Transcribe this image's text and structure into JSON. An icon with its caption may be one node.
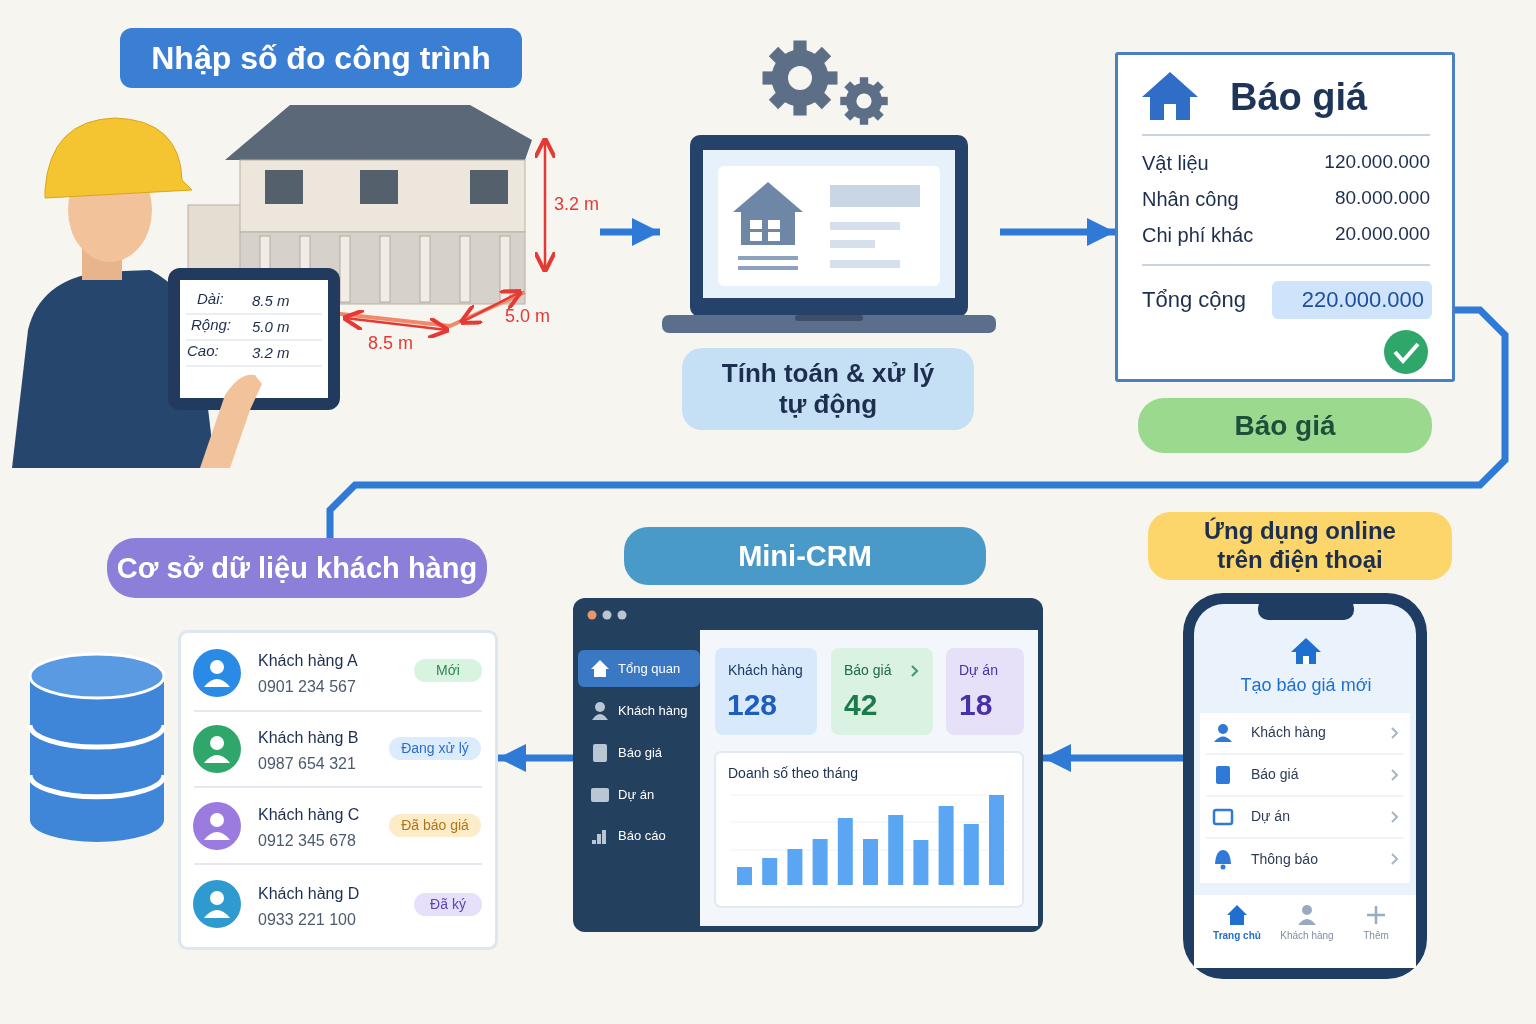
{
  "diagram": {
    "nodes": [
      {
        "text": [
          "Nhập số đo công trình"
        ]
      },
      {
        "text": [],
        "shape": "picture"
      },
      {
        "text": [],
        "shape": "picture"
      },
      {
        "text": [
          "Tính toán & xử lý tự động"
        ]
      },
      {
        "text": [
          "Báo giá"
        ]
      },
      {
        "text": [
          "Báo giá"
        ]
      },
      {
        "text": [
          "Cơ sở dữ liệu khách hàng"
        ]
      },
      {
        "text": [
          "Mini-CRM"
        ]
      },
      {
        "text": [
          "Ứng dụng online trên điện thoại"
        ]
      },
      {
        "text": [],
        "shape": "cylinder"
      },
      {
        "text": [],
        "shape": "box"
      },
      {
        "text": [],
        "shape": "picture"
      },
      {
        "text": [],
        "shape": "picture"
      }
    ],
    "edges": [
      {
        "from": 1,
        "to": 2,
        "arrow": "to"
      },
      {
        "from": 2,
        "to": 4,
        "arrow": "to"
      },
      {
        "from": 4,
        "to": 6,
        "arrow": "none"
      },
      {
        "from": 12,
        "to": 11,
        "arrow": "to"
      },
      {
        "from": 11,
        "to": 10,
        "arrow": "to"
      }
    ],
    "labels": [
      "Dài:",
      "8.5 m",
      "Rộng:",
      "5.0 m",
      "Cao:",
      "3.2 m",
      "3.2 m",
      "8.5 m",
      "5.0 m",
      "Vật liệu",
      "120.000.000",
      "Nhân công",
      "80.000.000",
      "Chi phí khác",
      "20.000.000",
      "Tổng cộng",
      "220.000.000",
      "Khách hàng A",
      "0901 234 567",
      "Mới",
      "Khách hàng B",
      "0987 654 321",
      "Đang xử lý",
      "Khách hàng C",
      "0912 345 678",
      "Đã báo giá",
      "Khách hàng D",
      "0933 221 100",
      "Đã ký",
      "Tổng quan",
      "Khách hàng",
      "Báo giá",
      "Dự án",
      "Báo cáo",
      "Khách hàng",
      "128",
      "Báo giá",
      "42",
      "Dự án",
      "18",
      "Doanh số theo tháng",
      "Tạo báo giá mới",
      "Khách hàng",
      "Báo giá",
      "Dự án",
      "Thông báo",
      "Trang chủ",
      "Khách hàng",
      "Thêm"
    ]
  }
}
